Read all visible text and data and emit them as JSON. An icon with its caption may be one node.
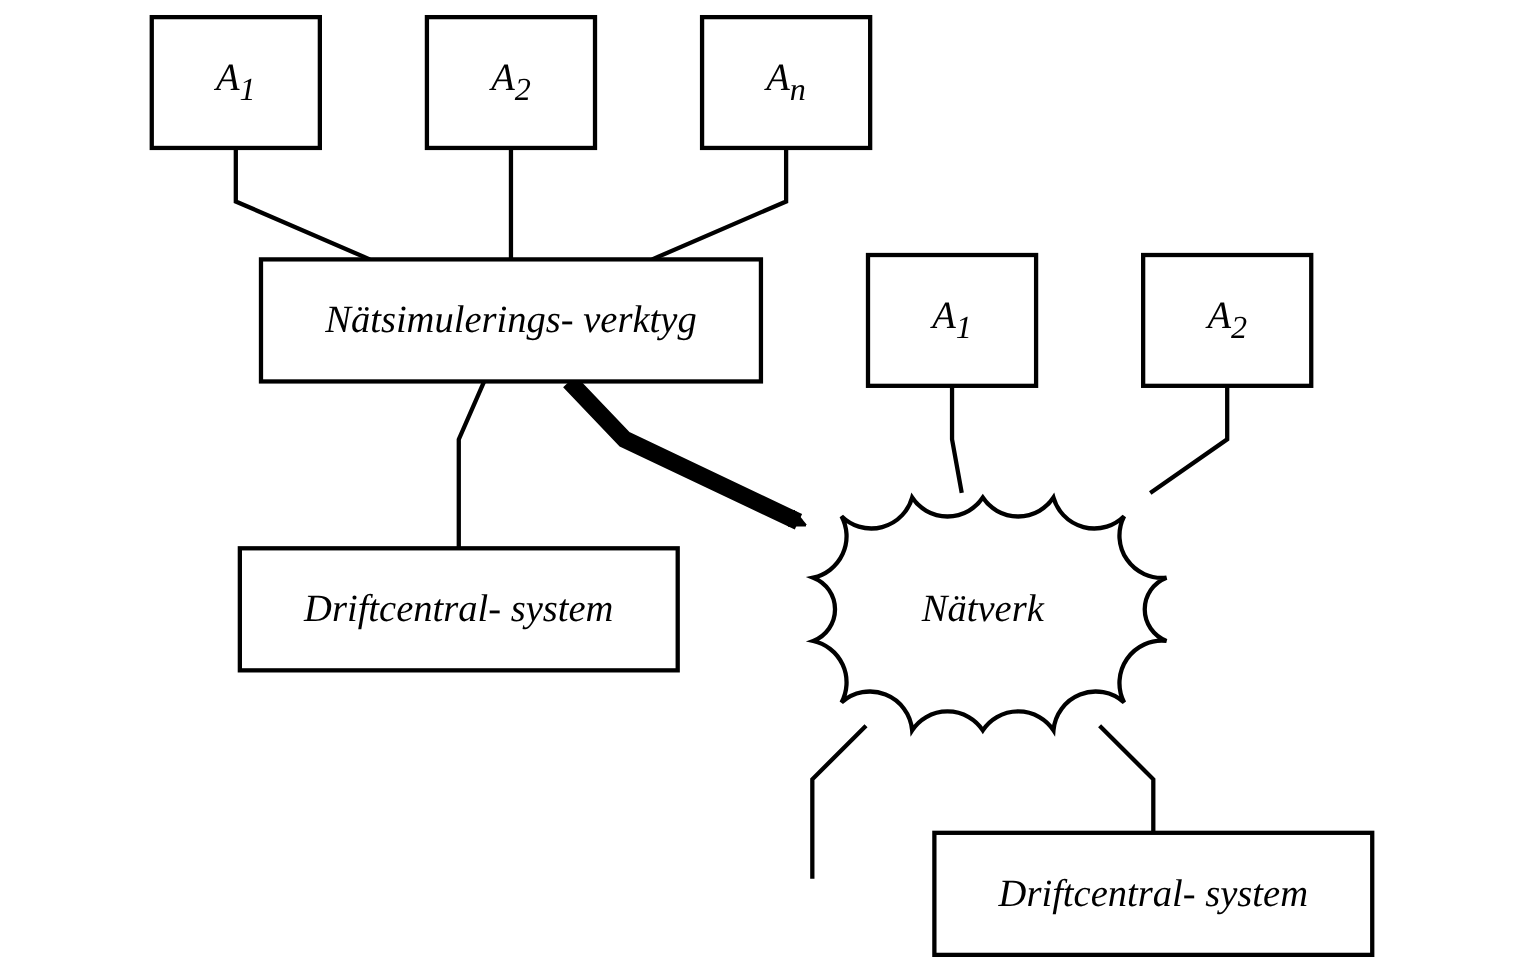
{
  "diagram": {
    "nodes": [
      {
        "text": [
          "A$_{1}$"
        ]
      },
      {
        "text": [
          "A$_{2}$"
        ]
      },
      {
        "text": [
          "A$_{n}$"
        ]
      },
      {
        "text": [
          "Nätsimulerings- verktyg"
        ]
      },
      {
        "text": [
          "Driftcentral- system"
        ]
      },
      {
        "text": [
          "A$_{1}$"
        ]
      },
      {
        "text": [
          "A$_{2}$"
        ]
      },
      {
        "text": [
          "Nätverk"
        ]
      },
      {
        "text": [
          "Driftcentral- system"
        ]
      }
    ],
    "edges": [
      {
        "from": 0,
        "to": 3,
        "arrow": "none"
      },
      {
        "from": 1,
        "to": 3,
        "arrow": "none"
      },
      {
        "from": 2,
        "to": 3,
        "arrow": "none"
      },
      {
        "from": 3,
        "to": 4,
        "arrow": "none"
      },
      {
        "from": 3,
        "to": 7,
        "arrow": "to",
        "style": "thick"
      },
      {
        "from": 5,
        "to": 7,
        "arrow": "none"
      },
      {
        "from": 6,
        "to": 7,
        "arrow": "none"
      },
      {
        "from": 7,
        "to": null,
        "arrow": "none"
      },
      {
        "from": 7,
        "to": 8,
        "arrow": "none"
      }
    ]
  }
}
